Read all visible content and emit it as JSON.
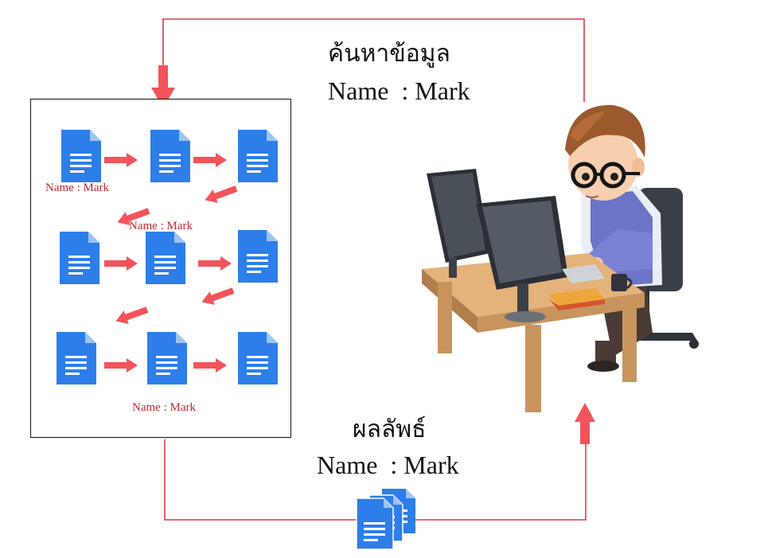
{
  "query": {
    "heading": "ค้นหาข้อมูล",
    "value": "Name  : Mark"
  },
  "result": {
    "heading": "ผลลัพธ์",
    "value": "Name  : Mark"
  },
  "documents": {
    "labels": [
      "Name : Mark",
      "Name : Mark",
      "Name : Mark"
    ]
  },
  "colors": {
    "flow_line": "#e0383e",
    "arrow": "#f2545b",
    "doc_blue": "#2d7ee8",
    "doc_fold": "#9cc4f7",
    "label_red": "#c0282f"
  },
  "icons": [
    "document-icon",
    "arrow-right-icon",
    "arrow-down-left-icon",
    "arrow-down-icon",
    "arrow-up-icon",
    "person-at-computer-illustration",
    "document-stack-icon"
  ]
}
